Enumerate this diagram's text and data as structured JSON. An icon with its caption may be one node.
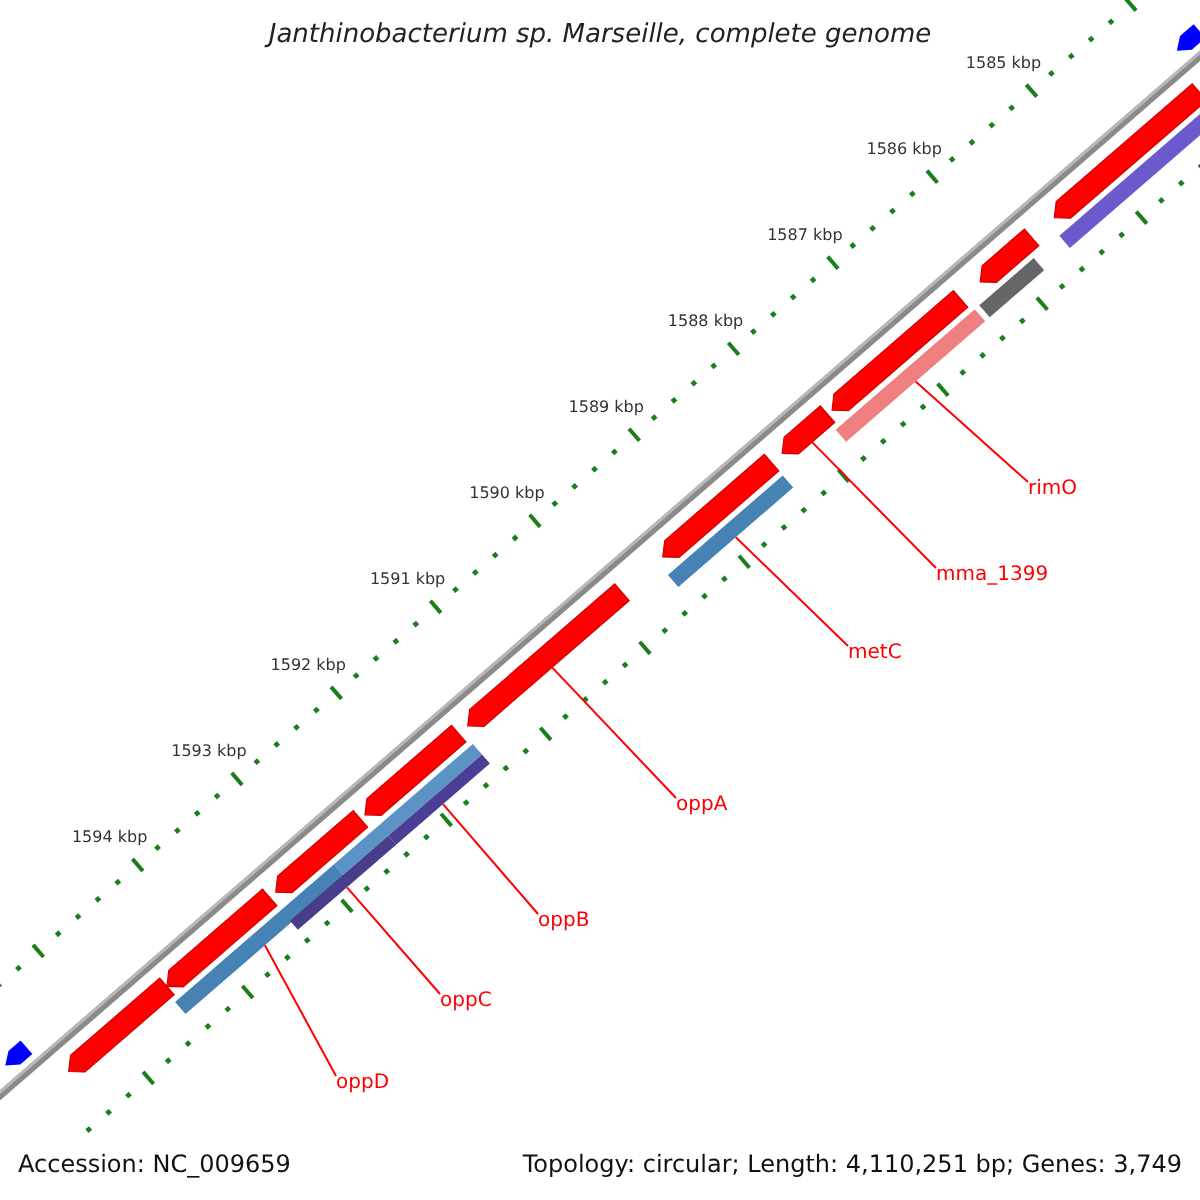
{
  "diagram": {
    "title": "Janthinobacterium sp. Marseille, complete genome",
    "nodes": [
      {
        "text": [
          "rimO"
        ]
      },
      {
        "text": [
          "mma_1399"
        ]
      },
      {
        "text": [
          "metC"
        ]
      },
      {
        "text": [
          "oppA"
        ]
      },
      {
        "text": [
          "oppB"
        ]
      },
      {
        "text": [
          "oppC"
        ]
      },
      {
        "text": [
          "oppD"
        ]
      },
      {
        "text": [],
        "shape": "bar"
      },
      {
        "text": [],
        "shape": "bar"
      },
      {
        "text": [],
        "shape": "bar"
      },
      {
        "text": [],
        "shape": "bar"
      },
      {
        "text": [],
        "shape": "bar"
      },
      {
        "text": [],
        "shape": "bar"
      },
      {
        "text": [],
        "shape": "bar"
      }
    ],
    "edges": [
      {
        "from": 0,
        "to": 7,
        "arrow": "none"
      },
      {
        "from": 1,
        "to": 8,
        "arrow": "none"
      },
      {
        "from": 2,
        "to": 9,
        "arrow": "none"
      },
      {
        "from": 3,
        "to": 10,
        "arrow": "none"
      },
      {
        "from": 4,
        "to": 11,
        "arrow": "none"
      },
      {
        "from": 5,
        "to": 12,
        "arrow": "none"
      },
      {
        "from": 6,
        "to": 13,
        "arrow": "none"
      }
    ],
    "labels": [
      "1585 kbp",
      "1586 kbp",
      "1587 kbp",
      "1588 kbp",
      "1589 kbp",
      "1590 kbp",
      "1591 kbp",
      "1592 kbp",
      "1593 kbp",
      "1594 kbp",
      "Accession: NC_009659",
      "Topology: circular; Length: 4,110,251 bp; Genes: 3,749"
    ]
  }
}
